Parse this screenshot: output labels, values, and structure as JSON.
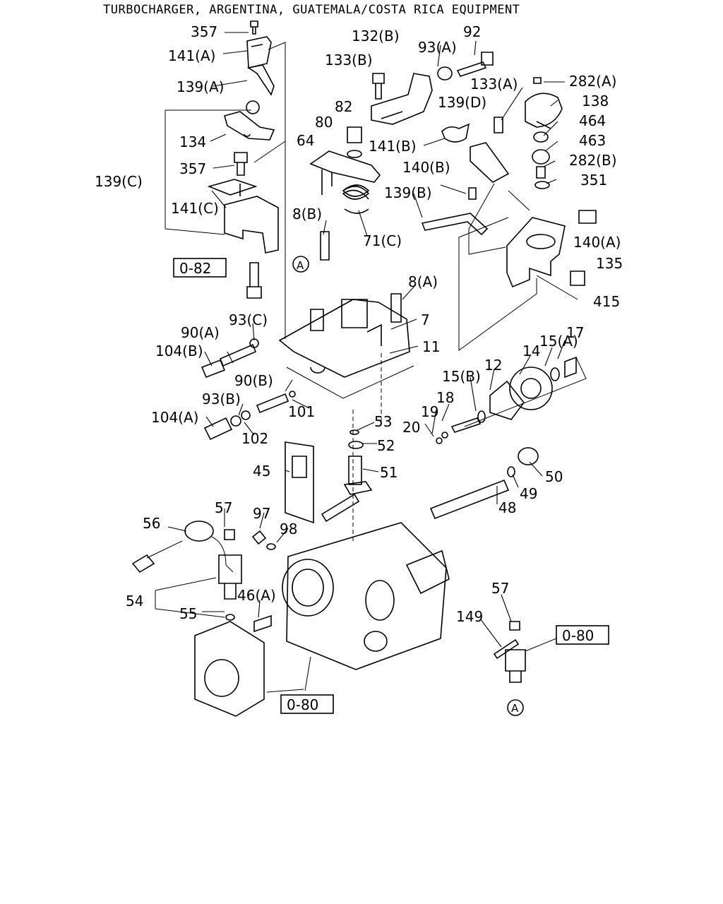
{
  "header": {
    "title": "TURBOCHARGER, ARGENTINA, GUATEMALA/COSTA RICA EQUIPMENT"
  },
  "parts": [
    "357",
    "141(A)",
    "139(A)",
    "134",
    "357",
    "141(C)",
    "139(C)",
    "132(B)",
    "133(B)",
    "93(A)",
    "92",
    "82",
    "80",
    "64",
    "71(C)",
    "8(B)",
    "133(A)",
    "282(A)",
    "138",
    "139(D)",
    "464",
    "463",
    "141(B)",
    "282(B)",
    "140(B)",
    "351",
    "139(B)",
    "140(A)",
    "135",
    "415",
    "8(A)",
    "7",
    "11",
    "93(C)",
    "90(A)",
    "104(B)",
    "90(B)",
    "101",
    "93(B)",
    "104(A)",
    "102",
    "17",
    "15(A)",
    "14",
    "15(B)",
    "12",
    "18",
    "19",
    "20",
    "53",
    "52",
    "51",
    "45",
    "50",
    "49",
    "48",
    "57",
    "97",
    "98",
    "56",
    "54",
    "46(A)",
    "55",
    "57",
    "149"
  ],
  "references": [
    "0-82",
    "0-80",
    "0-80"
  ],
  "callouts": [
    "A",
    "A"
  ]
}
